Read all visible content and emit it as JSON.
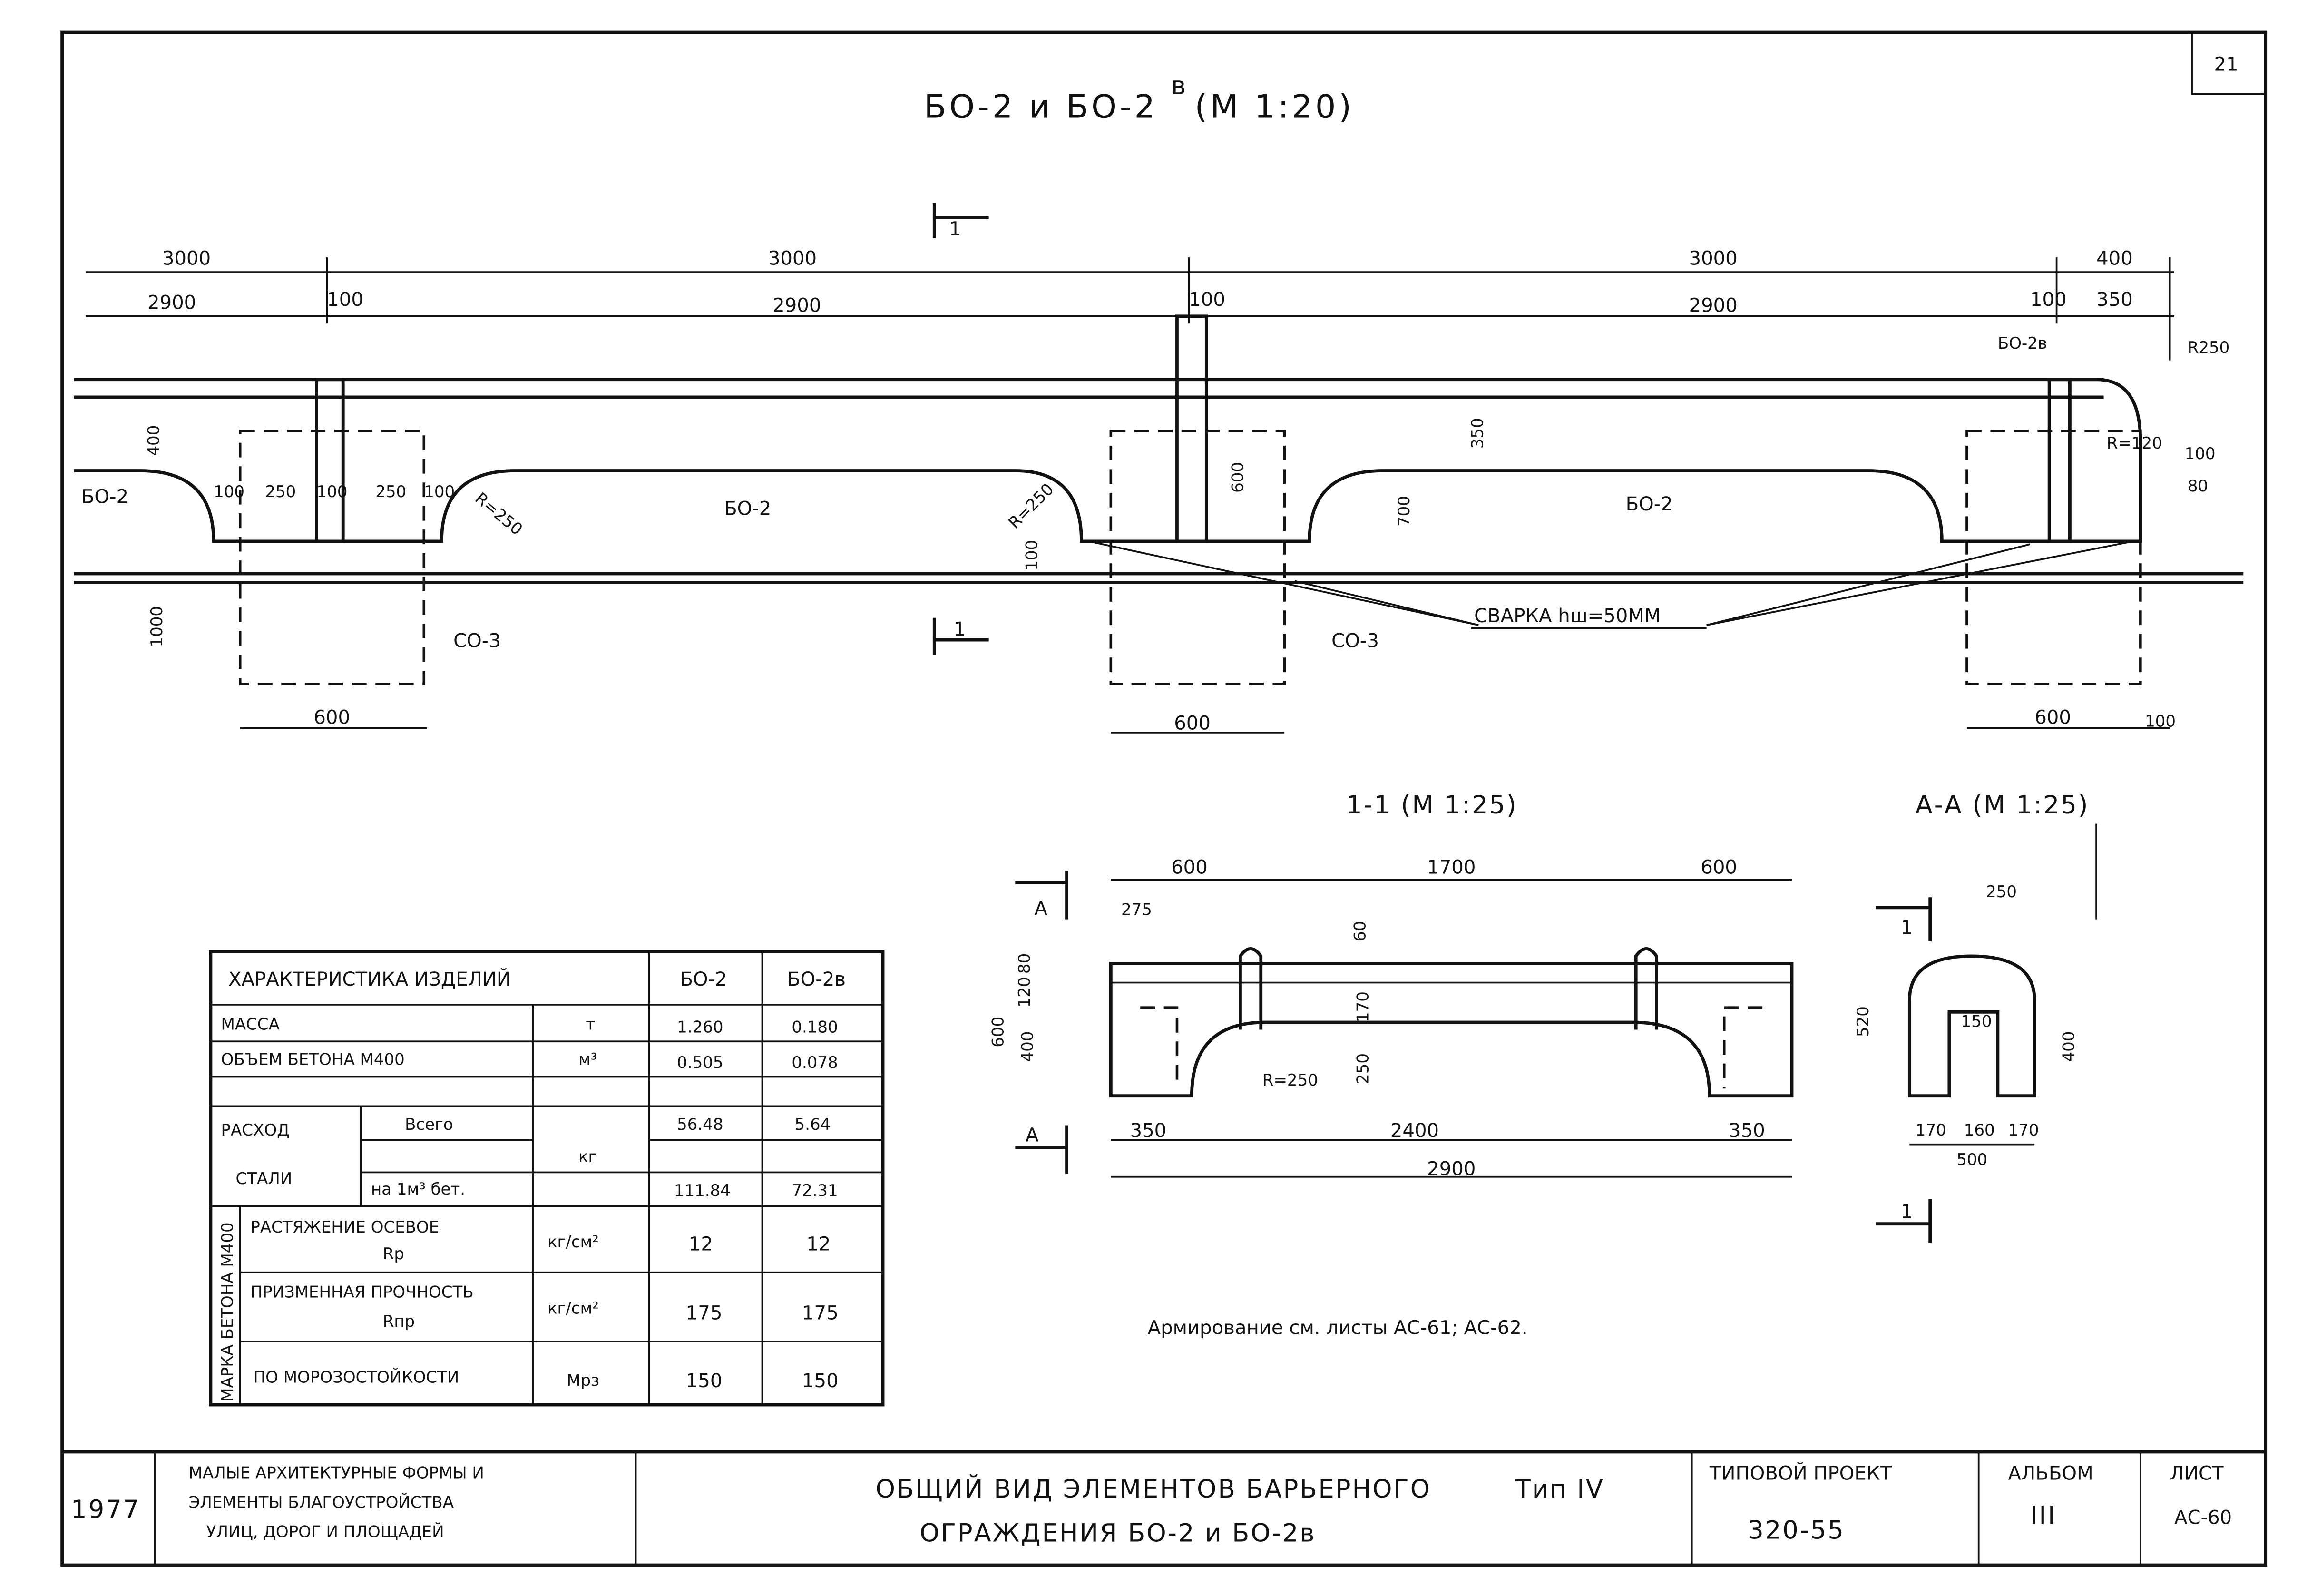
{
  "title": {
    "main": "БО-2 и БО-2",
    "sup": "в",
    "scale": "(М 1:20)"
  },
  "sheet_corner": "21",
  "plan": {
    "dims_row1": [
      "3000",
      "3000",
      "3000",
      "400"
    ],
    "dims_row2": [
      "2900",
      "100",
      "2900",
      "100",
      "2900",
      "100",
      "350"
    ],
    "labels": {
      "bo2_left": "БО-2",
      "bo2_mid": "БО-2",
      "bo2_right": "БО-2",
      "bo2v": "БО-2в",
      "r250_a": "R=250",
      "r250_b": "R=250",
      "r250_c": "R250",
      "r120": "R=120",
      "d100a": "100",
      "d250a": "250",
      "d100b": "100",
      "d250b": "250",
      "d100c": "100",
      "d400": "400",
      "d1000": "1000",
      "d100d": "100",
      "d600v": "600",
      "d700": "700",
      "d350": "350",
      "d100e": "100",
      "d80": "80",
      "co3_a": "СО-3",
      "co3_b": "СО-3",
      "weld": "СВАРКА hш=50ММ",
      "b600a": "600",
      "b600b": "600",
      "b600c": "600",
      "b100": "100",
      "cut1": "1",
      "cut1b": "1"
    }
  },
  "section_11": {
    "title": "1-1  (М 1:25)",
    "dims": [
      "600",
      "1700",
      "600",
      "275",
      "60",
      "80",
      "120",
      "600",
      "400",
      "170",
      "250",
      "R=250",
      "350",
      "2400",
      "350",
      "2900"
    ],
    "marks": [
      "А",
      "А"
    ]
  },
  "section_aa": {
    "title": "А-А  (М 1:25)",
    "dims": [
      "250",
      "520",
      "150",
      "400",
      "170",
      "160",
      "170",
      "500"
    ],
    "marks": [
      "1",
      "1"
    ]
  },
  "note": "Армирование см. листы АС-61; АС-62.",
  "table": {
    "header": {
      "label": "ХАРАКТЕРИСТИКА ИЗДЕЛИЙ",
      "col1": "БО-2",
      "col2": "БО-2в"
    },
    "mass": {
      "label": "МАССА",
      "unit": "т",
      "v1": "1.260",
      "v2": "0.180"
    },
    "volume": {
      "label": "ОБЪЕМ БЕТОНА   М400",
      "unit": "м³",
      "v1": "0.505",
      "v2": "0.078"
    },
    "steel": {
      "label1": "РАСХОД",
      "label2": "СТАЛИ",
      "total_label": "Всего",
      "per_label": "на 1м³ бет.",
      "unit": "кг",
      "total_v1": "56.48",
      "total_v2": "5.64",
      "per_v1": "111.84",
      "per_v2": "72.31"
    },
    "grade_label": "МАРКА БЕТОНА М400",
    "tension": {
      "label": "РАСТЯЖЕНИЕ ОСЕВОЕ",
      "sym": "Rр",
      "unit": "кг/см²",
      "v1": "12",
      "v2": "12"
    },
    "prism": {
      "label": "ПРИЗМЕННАЯ ПРОЧНОСТЬ",
      "sym": "Rпр",
      "unit": "кг/см²",
      "v1": "175",
      "v2": "175"
    },
    "frost": {
      "label": "ПО МОРОЗОСТОЙКОСТИ",
      "unit": "Мрз",
      "v1": "150",
      "v2": "150"
    }
  },
  "title_block": {
    "year": "1977",
    "series": [
      "МАЛЫЕ АРХИТЕКТУРНЫЕ ФОРМЫ И",
      "ЭЛЕМЕНТЫ БЛАГОУСТРОЙСТВА",
      "УЛИЦ, ДОРОГ И ПЛОЩАДЕЙ"
    ],
    "sheet_title": [
      "ОБЩИЙ ВИД ЭЛЕМЕНТОВ БАРЬЕРНОГО",
      "ОГРАЖДЕНИЯ БО-2 и БО-2в"
    ],
    "type": "Тип IV",
    "project_label": "ТИПОВОЙ ПРОЕКТ",
    "project": "320-55",
    "album_label": "АЛЬБОМ",
    "album": "III",
    "sheet_label": "ЛИСТ",
    "sheet": "АС-60"
  }
}
